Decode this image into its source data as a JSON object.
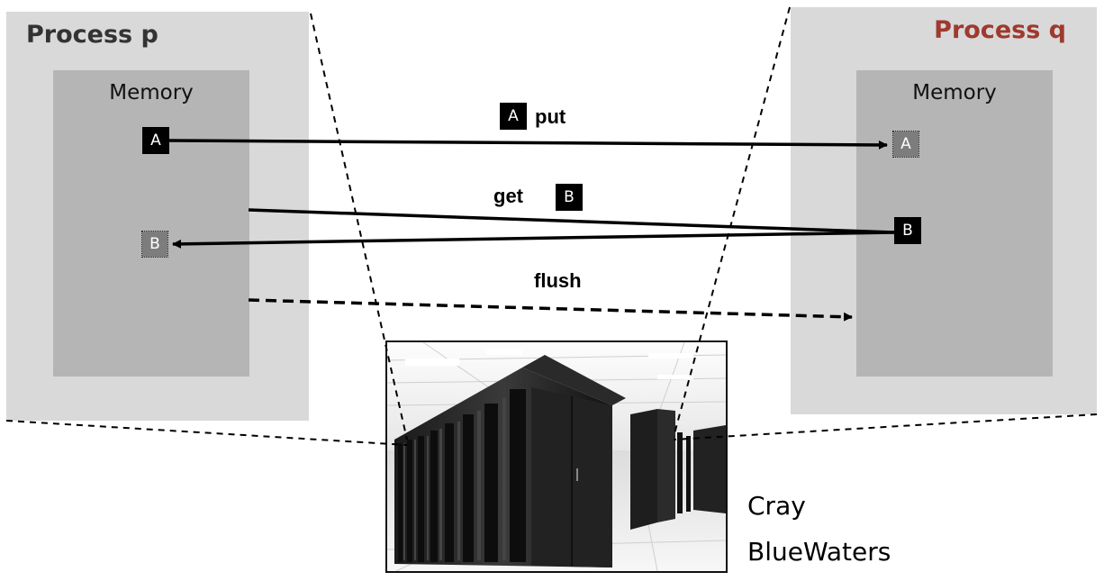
{
  "process_p": {
    "title": "Process p",
    "memory_label": "Memory"
  },
  "process_q": {
    "title": "Process q",
    "memory_label": "Memory"
  },
  "operations": {
    "put": "put",
    "get": "get",
    "flush": "flush"
  },
  "data_items": {
    "a": "A",
    "b": "B"
  },
  "caption": {
    "line1": "Cray",
    "line2": "BlueWaters"
  },
  "colors": {
    "process_bg": "#d9d9d9",
    "memory_bg": "#b5b5b5",
    "process_q_title": "#9e3a2e"
  }
}
